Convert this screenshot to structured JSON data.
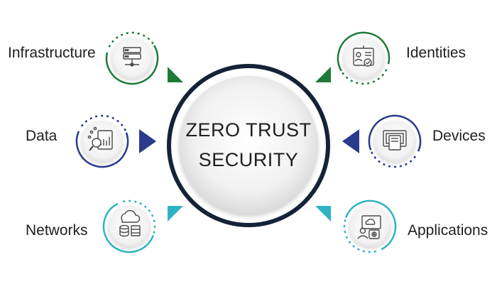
{
  "center": {
    "line1": "ZERO TRUST",
    "line2": "SECURITY"
  },
  "pillars": [
    {
      "label": "Infrastructure",
      "icon": "server-rack-icon",
      "color": "#1e7a3a"
    },
    {
      "label": "Identities",
      "icon": "id-badge-icon",
      "color": "#1e7a3a"
    },
    {
      "label": "Data",
      "icon": "data-analytics-icon",
      "color": "#2a3a8c"
    },
    {
      "label": "Devices",
      "icon": "monitor-device-icon",
      "color": "#2a3a8c"
    },
    {
      "label": "Networks",
      "icon": "cloud-database-icon",
      "color": "#2fb3c4"
    },
    {
      "label": "Applications",
      "icon": "cloud-app-settings-icon",
      "color": "#2fb3c4"
    }
  ],
  "colors": {
    "ring": "#152238",
    "green": "#1e7a3a",
    "navy": "#2a3a8c",
    "teal": "#2fb3c4",
    "icon_stroke": "#4a4a4a"
  }
}
